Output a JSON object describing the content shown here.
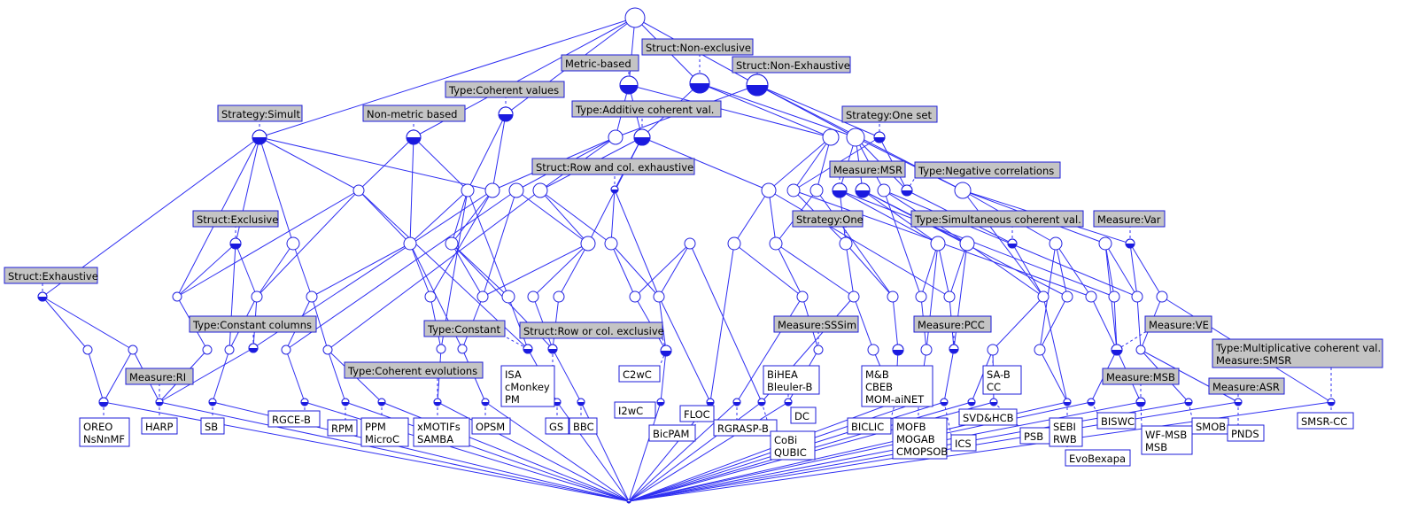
{
  "attribute_labels": {
    "struct_non_exclusive": "Struct:Non-exclusive",
    "metric_based": "Metric-based",
    "struct_non_exhaustive": "Struct:Non-Exhaustive",
    "type_coherent_values": "Type:Coherent values",
    "strategy_simult": "Strategy:Simult",
    "non_metric_based": "Non-metric based",
    "type_additive": "Type:Additive coherent val.",
    "strategy_one_set": "Strategy:One set",
    "struct_row_col_exhaustive": "Struct:Row and col. exhaustive",
    "measure_msr": "Measure:MSR",
    "type_negative": "Type:Negative correlations",
    "struct_exclusive": "Struct:Exclusive",
    "strategy_one": "Strategy:One",
    "type_simultaneous": "Type:Simultaneous coherent val.",
    "measure_var": "Measure:Var",
    "struct_exhaustive": "Struct:Exhaustive",
    "type_constant_columns": "Type:Constant columns",
    "type_constant": "Type:Constant",
    "struct_row_or_col_exclusive": "Struct:Row or col. exclusive",
    "measure_sssim": "Measure:SSSim",
    "measure_pcc": "Measure:PCC",
    "measure_ve": "Measure:VE",
    "type_multiplicative_l1": "Type:Multiplicative coherent val.",
    "type_multiplicative_l2": "Measure:SMSR",
    "measure_ri": "Measure:RI",
    "type_coherent_evolutions": "Type:Coherent evolutions",
    "measure_msb": "Measure:MSB",
    "measure_asr": "Measure:ASR"
  },
  "object_labels": {
    "oreo_l1": "OREO",
    "oreo_l2": "NsNnMF",
    "harp": "HARP",
    "sb": "SB",
    "rgce_b": "RGCE-B",
    "rpm": "RPM",
    "ppm_l1": "PPM",
    "ppm_l2": "MicroC",
    "xmotifs_l1": "xMOTIFs",
    "xmotifs_l2": "SAMBA",
    "opsm": "OPSM",
    "gs": "GS",
    "bbc": "BBC",
    "isa_l1": "ISA",
    "isa_l2": "cMonkey",
    "isa_l3": "PM",
    "c2wc": "C2wC",
    "i2wc": "I2wC",
    "floc": "FLOC",
    "bicpam": "BicPAM",
    "bihea_l1": "BiHEA",
    "bihea_l2": "Bleuler-B",
    "rgrasp_b": "RGRASP-B",
    "dc": "DC",
    "cobi_l1": "CoBi",
    "cobi_l2": "QUBIC",
    "mb_l1": "M&B",
    "mb_l2": "CBEB",
    "mb_l3": "MOM-aiNET",
    "biclic": "BICLIC",
    "mofb_l1": "MOFB",
    "mofb_l2": "MOGAB",
    "mofb_l3": "CMOPSOB",
    "sab_l1": "SA-B",
    "sab_l2": "CC",
    "svd_hcb": "SVD&HCB",
    "ics": "ICS",
    "psb": "PSB",
    "sebi_l1": "SEBI",
    "sebi_l2": "RWB",
    "biswc": "BISWC",
    "evobexapa": "EvoBexapa",
    "wfmsb_l1": "WF-MSB",
    "wfmsb_l2": "MSB",
    "smob": "SMOB",
    "pnds": "PNDS",
    "smsr_cc": "SMSR-CC"
  },
  "colors": {
    "edge": "#2f2ff2",
    "attribute_fill": "#c4c4c4",
    "node_fill_half": "#1a1adf"
  }
}
